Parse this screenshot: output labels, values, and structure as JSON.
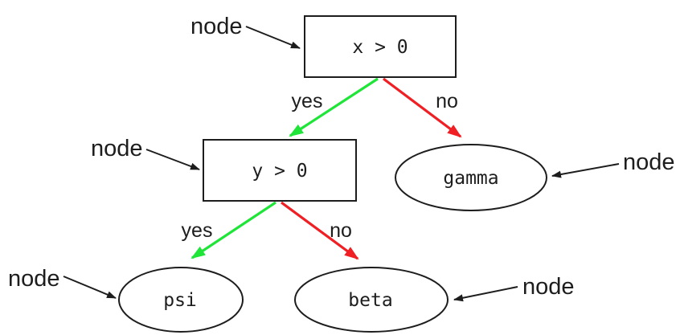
{
  "diagram": {
    "kind": "decision-tree",
    "background": "#ffffff",
    "colors": {
      "yes_edge": "#1ee538",
      "no_edge": "#ef1f24",
      "outline": "#1d1d1d",
      "text": "#1d1d1d"
    },
    "nodes": [
      {
        "id": "root",
        "shape": "rectangle",
        "label": "x > 0"
      },
      {
        "id": "left",
        "shape": "rectangle",
        "label": "y > 0"
      },
      {
        "id": "gamma",
        "shape": "ellipse",
        "label": "gamma"
      },
      {
        "id": "psi",
        "shape": "ellipse",
        "label": "psi"
      },
      {
        "id": "beta",
        "shape": "ellipse",
        "label": "beta"
      }
    ],
    "edges": [
      {
        "from": "root",
        "to": "left",
        "label": "yes",
        "color": "yes_edge"
      },
      {
        "from": "root",
        "to": "gamma",
        "label": "no",
        "color": "no_edge"
      },
      {
        "from": "left",
        "to": "psi",
        "label": "yes",
        "color": "yes_edge"
      },
      {
        "from": "left",
        "to": "beta",
        "label": "no",
        "color": "no_edge"
      }
    ],
    "annotations": [
      {
        "label": "node",
        "points_to": "root"
      },
      {
        "label": "node",
        "points_to": "left"
      },
      {
        "label": "node",
        "points_to": "gamma"
      },
      {
        "label": "node",
        "points_to": "psi"
      },
      {
        "label": "node",
        "points_to": "beta"
      }
    ]
  }
}
